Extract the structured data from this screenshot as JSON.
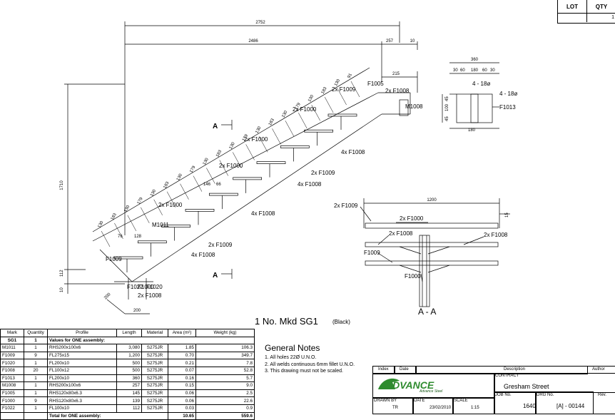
{
  "lot_table": {
    "lot_header": "LOT",
    "qty_header": "QTY",
    "qty_value": "1"
  },
  "drawing": {
    "overall_width": "2752",
    "inner_width": "2486",
    "right_dim": "257",
    "right_small": "10",
    "height": "1710",
    "bottom_dims": [
      "10",
      "112"
    ],
    "base_width": "200",
    "base_diag": "200",
    "top_offset": "215",
    "tread_dims": [
      "130",
      "183",
      "130",
      "179",
      "130",
      "183",
      "130",
      "179",
      "130",
      "183",
      "130",
      "179",
      "130",
      "183",
      "130",
      "179",
      "130",
      "183",
      "130",
      "91"
    ],
    "step_small": [
      "146",
      "66",
      "128",
      "76"
    ],
    "callouts": {
      "top_f1009": "2x F1009",
      "top_f1000": "2x F1000",
      "f1005": "F1005",
      "f1008_2x": "2x F1008",
      "m1008": "M1008",
      "f1008_4x_a": "4x F1008",
      "f1000_2x_b": "2x F1000",
      "f1009_2x_b": "2x F1009",
      "f1008_4x_b": "4x F1008",
      "f1000_2x_c": "2x F1000",
      "f1008_4x_c": "4x F1008",
      "f1000_2x_d": "2x F1000",
      "m1011": "M1011",
      "f1009_2x_c": "2x F1009",
      "f1008_4x_d": "4x F1008",
      "f1009": "F1009",
      "f1022": "F1022",
      "f1000": "F1000",
      "f1020": "F1020",
      "f1008_2x_b": "2x F1008"
    },
    "section_marker": "A",
    "plate_dims": {
      "w": "360",
      "a": "30",
      "b": "60",
      "c": "180",
      "d": "60",
      "e": "30",
      "holes_a": "4 - 18ø",
      "holes_b": "4 - 18ø",
      "tag": "F1013",
      "h1": "45",
      "h2": "100",
      "h3": "45",
      "bottom": "180"
    },
    "section": {
      "width": "1200",
      "right": "15",
      "f1009a": "2x F1009",
      "f1000a": "2x F1000",
      "f1008a": "2x F1008",
      "f1008b": "2x F1008",
      "f1009b": "F1009",
      "f1000b": "F1000"
    }
  },
  "title": "1 No. Mkd SG1",
  "title_sub": "(Black)",
  "section_label": "A - A",
  "parts_table": {
    "headers": [
      "Mark",
      "Quantity",
      "Profile",
      "Length",
      "Material",
      "Area (m²)",
      "Weight (kg)"
    ],
    "assembly_row": {
      "mark": "SG1",
      "qty": "1",
      "text": "Values for ONE assembly:"
    },
    "rows": [
      [
        "M1011",
        "1",
        "RHS200x100x6",
        "3,080",
        "S275JR",
        "1.85",
        "106.3"
      ],
      [
        "F1009",
        "9",
        "FL275x15",
        "1,200",
        "S275JR",
        "0.70",
        "349.7"
      ],
      [
        "F1020",
        "1",
        "FL200x10",
        "500",
        "S275JR",
        "0.21",
        "7.8"
      ],
      [
        "F1008",
        "20",
        "FL100x12",
        "500",
        "S275JR",
        "0.07",
        "52.8"
      ],
      [
        "F1013",
        "1",
        "FL200x10",
        "360",
        "S275JR",
        "0.16",
        "5.7"
      ],
      [
        "M1008",
        "1",
        "RHS200x100x6",
        "257",
        "S275JR",
        "0.15",
        "9.0"
      ],
      [
        "F1005",
        "1",
        "RHS120x80x6.3",
        "145",
        "S275JR",
        "0.06",
        "2.5"
      ],
      [
        "F1000",
        "9",
        "RHS120x80x6.3",
        "139",
        "S275JR",
        "0.06",
        "22.6"
      ],
      [
        "F1022",
        "1",
        "FL100x10",
        "112",
        "S275JR",
        "0.03",
        "0.9"
      ]
    ],
    "total": {
      "text": "Total for ONE assembly:",
      "area": "10.65",
      "weight": "559.6"
    }
  },
  "notes": {
    "title": "General Notes",
    "items": [
      "1.  All holes 22Ø U.N.O.",
      "2.  All welds continuous 6mm fillet U.N.O.",
      "3.  This drawing must not be scaled."
    ]
  },
  "title_block": {
    "index": "Index",
    "date": "Date",
    "description": "Description",
    "author": "Author",
    "logo": "ADVANCE",
    "logo_sub": "Advance Steel",
    "contract_label": "CONTRACT",
    "contract": "Gresham Street",
    "drawn_by_label": "DRAWN BY",
    "drawn_by": "TR",
    "date_label": "DATE",
    "date_value": "23/02/2010",
    "scale_label": "SCALE",
    "scale": "1:15",
    "job_label": "JOB No.",
    "job": "1640",
    "drg_label": "DRG No.",
    "drg": "[A] - 00144",
    "rev_label": "Rev."
  },
  "colors": {
    "line": "#000000",
    "logo_green": "#2e8b2e",
    "logo_text": "#1a5a1a"
  }
}
